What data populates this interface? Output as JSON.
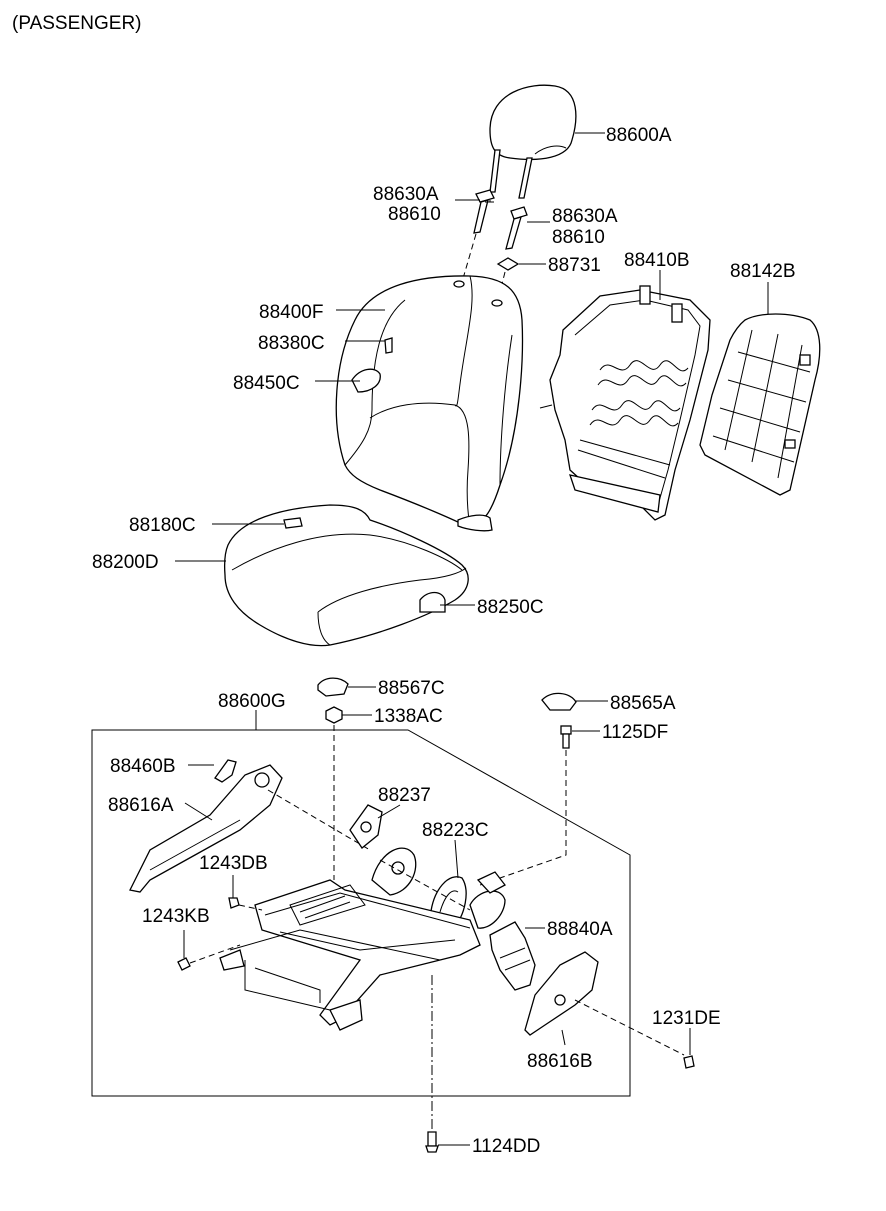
{
  "header": {
    "title": "(PASSENGER)"
  },
  "labels": {
    "l88600A": "88600A",
    "l88630A_1": "88630A",
    "l88610_1": "88610",
    "l88630A_2": "88630A",
    "l88610_2": "88610",
    "l88731": "88731",
    "l88410B": "88410B",
    "l88142B": "88142B",
    "l88400F": "88400F",
    "l88380C": "88380C",
    "l88450C": "88450C",
    "l88180C": "88180C",
    "l88200D": "88200D",
    "l88250C": "88250C",
    "l88567C": "88567C",
    "l1338AC": "1338AC",
    "l88565A": "88565A",
    "l1125DF": "1125DF",
    "l88600G": "88600G",
    "l88460B": "88460B",
    "l88616A": "88616A",
    "l88237": "88237",
    "l88223C": "88223C",
    "l1243DB": "1243DB",
    "l1243KB": "1243KB",
    "l88840A": "88840A",
    "l1231DE": "1231DE",
    "l88616B": "88616B",
    "l1124DD": "1124DD"
  }
}
